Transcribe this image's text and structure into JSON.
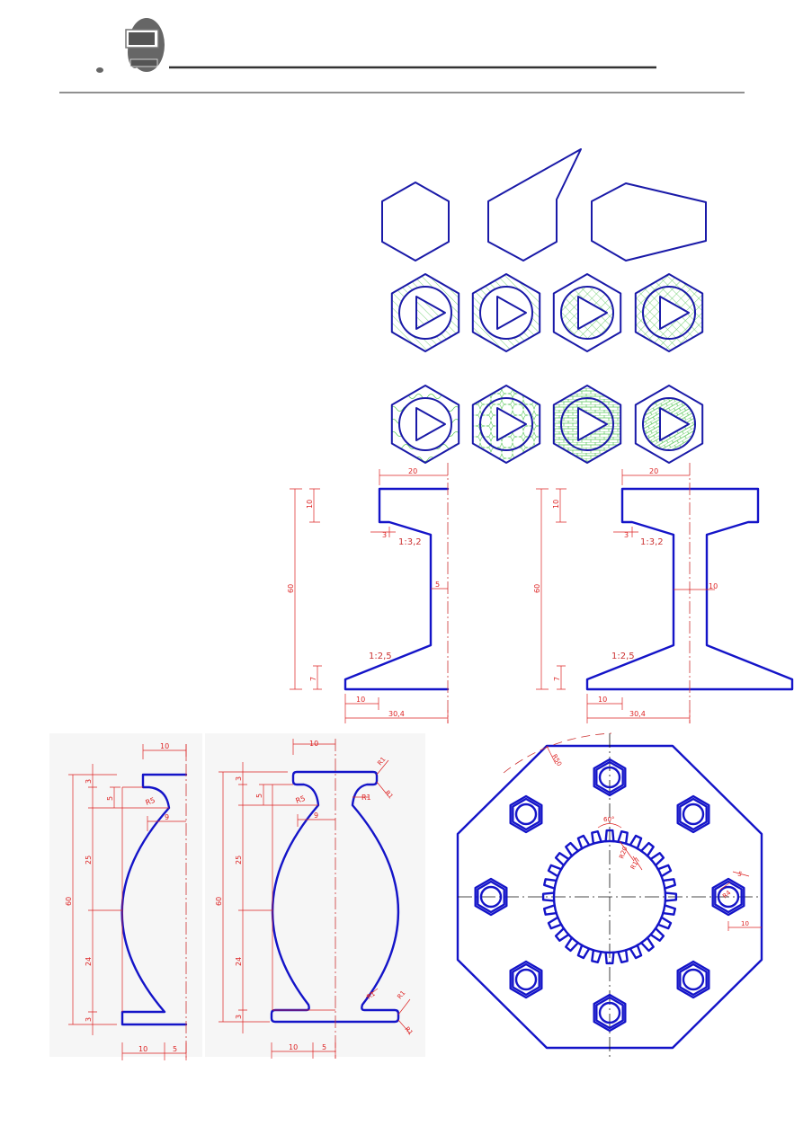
{
  "header": {
    "logo_icon": "computer-icon"
  },
  "colors": {
    "outline": "#1414c8",
    "hatch": "#5cc85c",
    "dimension": "#dd2222",
    "centerline": "#111111"
  },
  "i_beam_half": {
    "top_width": "20",
    "height": "60",
    "flange_top": "10",
    "step": "3",
    "slope_top": "1:3,2",
    "web_half": "5",
    "slope_bottom": "1:2,5",
    "flange_bottom": "7",
    "bottom_step": "10",
    "bottom_width": "30,4"
  },
  "i_beam_full": {
    "top_width": "20",
    "height": "60",
    "flange_top": "10",
    "step": "3",
    "slope_top": "1:3,2",
    "web": "10",
    "slope_bottom": "1:2,5",
    "flange_bottom": "7",
    "bottom_step": "10",
    "bottom_width": "30,4"
  },
  "vase_half": {
    "top_width": "10",
    "height": "60",
    "d1": "3",
    "d2": "5",
    "d3": "25",
    "d4": "24",
    "d5": "3",
    "radius": "R5",
    "neck": "9",
    "bottom_a": "10",
    "bottom_b": "5"
  },
  "vase_full": {
    "top_width": "10",
    "height": "60",
    "d1": "3",
    "d2": "5",
    "d3": "25",
    "d4": "24",
    "d5": "3",
    "radius": "R5",
    "neck": "9",
    "r_small": "R1",
    "bottom_a": "10",
    "bottom_b": "5"
  },
  "flange": {
    "outer_radius": "R50",
    "angle": "60°",
    "gear_outer": "R20",
    "gear_inner": "R17",
    "nut_size": "5",
    "nut_radius": "R4",
    "nut_offset": "10"
  }
}
